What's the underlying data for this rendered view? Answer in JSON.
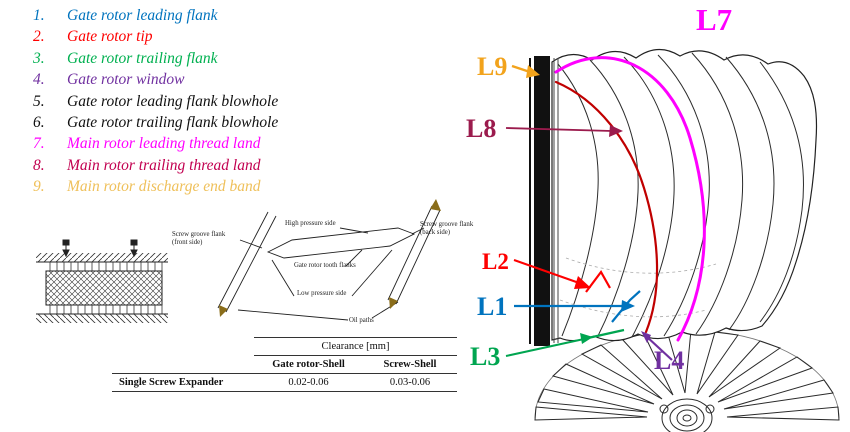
{
  "legend": {
    "items": [
      {
        "number": "1.",
        "label": "Gate rotor leading flank",
        "color": "#0073BE"
      },
      {
        "number": "2.",
        "label": "Gate rotor tip",
        "color": "#FE0000"
      },
      {
        "number": "3.",
        "label": "Gate rotor trailing flank",
        "color": "#00B050"
      },
      {
        "number": "4.",
        "label": "Gate rotor window",
        "color": "#7030A0"
      },
      {
        "number": "5.",
        "label": "Gate rotor leading flank blowhole",
        "color": "#111111"
      },
      {
        "number": "6.",
        "label": "Gate rotor trailing flank blowhole",
        "color": "#111111"
      },
      {
        "number": "7.",
        "label": "Main rotor leading thread land",
        "color": "#FF00FF"
      },
      {
        "number": "8.",
        "label": "Main rotor trailing thread land",
        "color": "#C20050"
      },
      {
        "number": "9.",
        "label": "Main rotor discharge end band",
        "color": "#EFC05A"
      }
    ]
  },
  "rotor_labels": {
    "L1": {
      "text": "L1",
      "color": "#0073BE"
    },
    "L2": {
      "text": "L2",
      "color": "#FE0000"
    },
    "L3": {
      "text": "L3",
      "color": "#00A550"
    },
    "L4": {
      "text": "L4",
      "color": "#7030A0"
    },
    "L7": {
      "text": "L7",
      "color": "#FF00FF"
    },
    "L8": {
      "text": "L8",
      "color": "#9B1B4D"
    },
    "L9": {
      "text": "L9",
      "color": "#F2A31C"
    }
  },
  "flank_diagram": {
    "labels": {
      "front_flank": "Screw groove flank (front side)",
      "high_pressure": "High pressure side",
      "back_flank": "Screw groove flank (back side)",
      "tooth_flanks": "Gate rotor tooth flanks",
      "low_pressure": "Low pressure side",
      "oil_paths": "Oil paths"
    }
  },
  "clearance_table": {
    "title": "Clearance [mm]",
    "columns": [
      "Gate rotor-Shell",
      "Screw-Shell"
    ],
    "rows": [
      {
        "label": "Single Screw Expander",
        "values": [
          "0.02-0.06",
          "0.03-0.06"
        ]
      }
    ]
  }
}
